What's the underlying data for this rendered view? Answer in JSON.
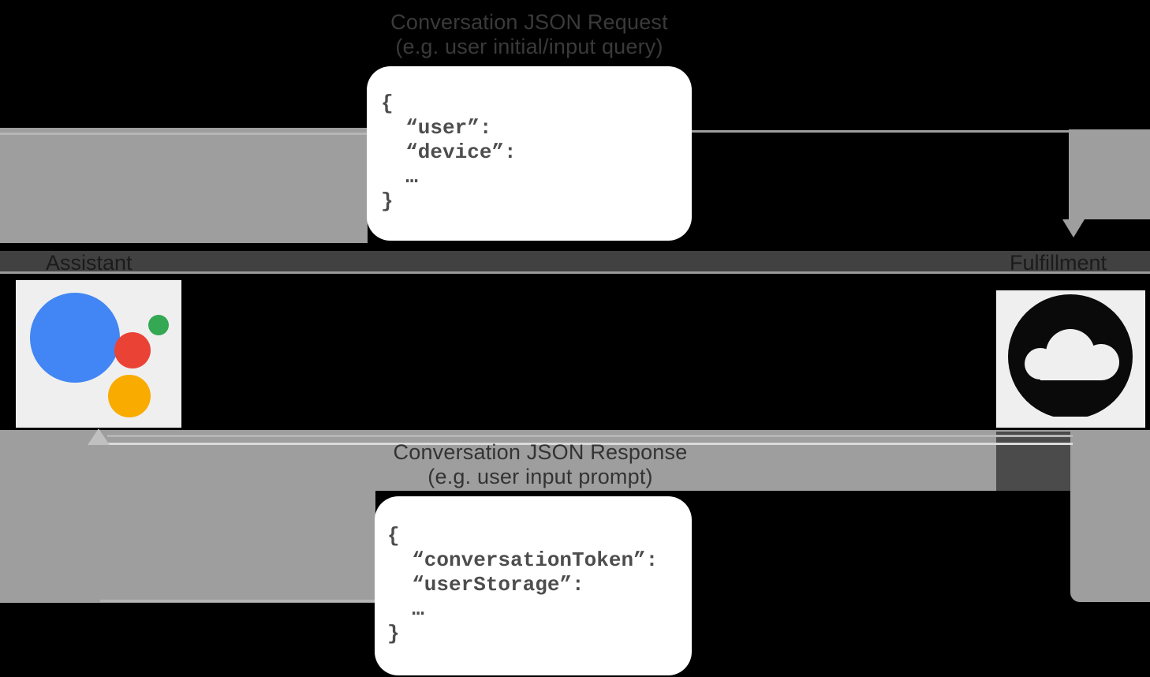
{
  "request": {
    "title_line1": "Conversation JSON Request",
    "title_line2": "(e.g. user initial/input query)",
    "code": "{\n  “user”:\n  “device”:\n  …\n}"
  },
  "response": {
    "title_line1": "Conversation JSON Response",
    "title_line2": "(e.g. user input prompt)",
    "code": "{\n  “conversationToken”:\n  “userStorage”:\n  …\n}"
  },
  "actors": {
    "left": {
      "label": "Assistant",
      "icon": "google-assistant-logo"
    },
    "right": {
      "label": "Fulfillment",
      "icon": "google-cloud-icon"
    }
  },
  "colors": {
    "background": "#000000",
    "arrow_gray": "#9e9e9e",
    "label_band": "#414141",
    "box_background": "#ffffff",
    "code_text": "#4d4d4d",
    "title_text": "#3a3a3a",
    "assistant_blue": "#4285f4",
    "assistant_green": "#34a853",
    "assistant_red": "#ea4335",
    "assistant_yellow": "#f9ab00",
    "cloud_icon_black": "#0a0a0a",
    "icon_tile": "#efefef"
  }
}
